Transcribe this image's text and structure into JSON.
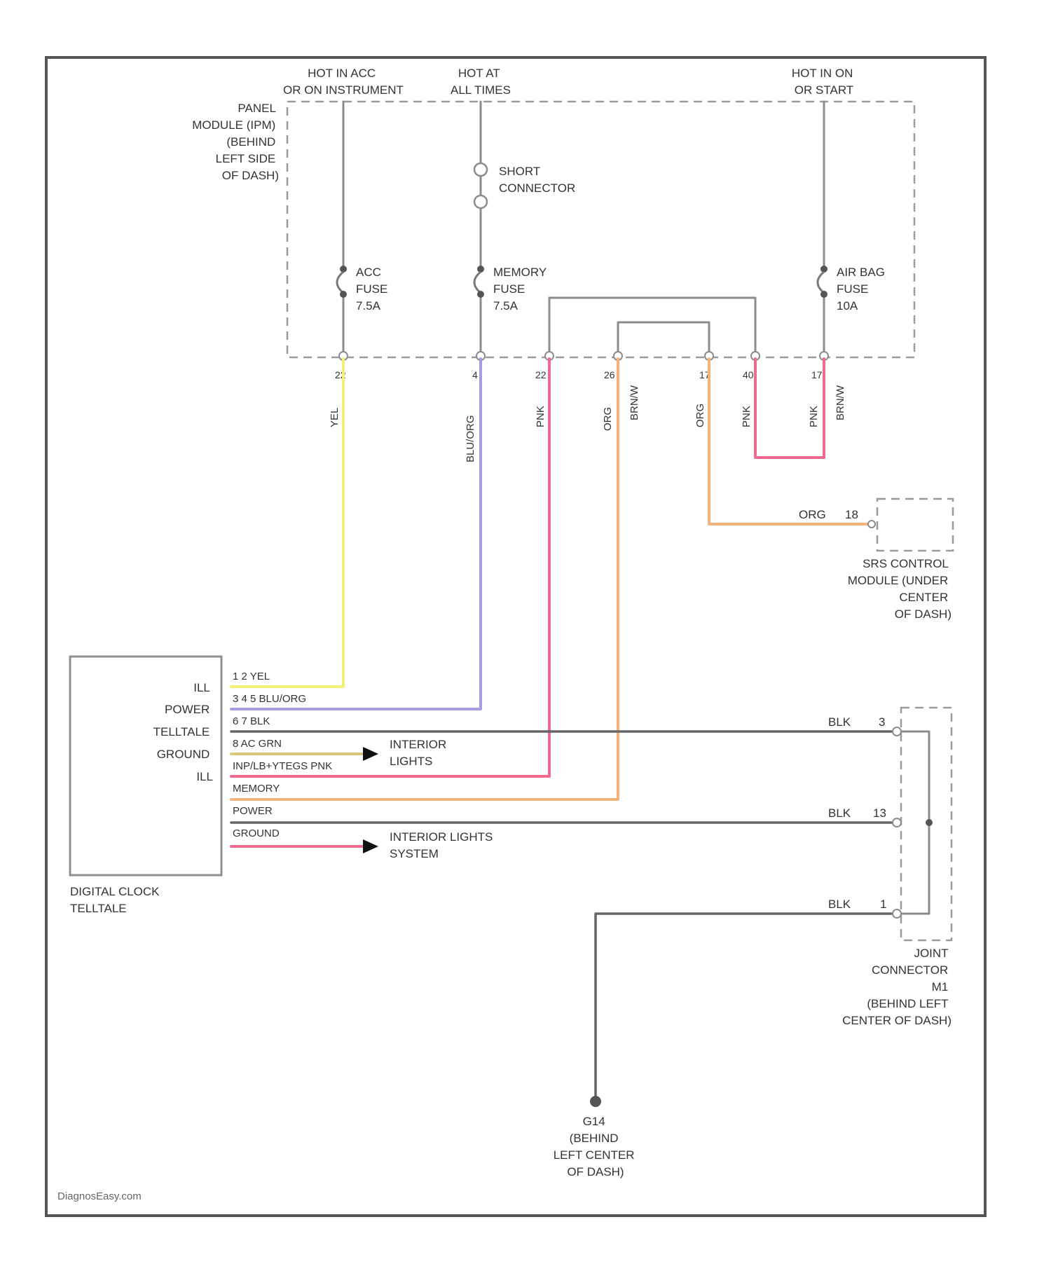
{
  "sources": {
    "hot_acc": [
      "HOT IN ACC",
      "OR ON INSTRUMENT"
    ],
    "hot_all": [
      "HOT AT",
      "ALL TIMES"
    ],
    "hot_on": [
      "HOT IN ON",
      "OR START"
    ]
  },
  "ipdm_label": [
    "PANEL",
    "MODULE (IPM)",
    "(BEHIND",
    "LEFT SIDE",
    "OF DASH)"
  ],
  "short_connector": [
    "SHORT",
    "CONNECTOR"
  ],
  "fuses": {
    "acc": [
      "ACC",
      "FUSE",
      "7.5A"
    ],
    "memory": [
      "MEMORY",
      "FUSE",
      "7.5A"
    ],
    "airbag": [
      "AIR BAG",
      "FUSE",
      "10A"
    ]
  },
  "module_pins": [
    "22",
    "4",
    "22",
    "26",
    "17",
    "40",
    "17"
  ],
  "wire_colors_vertical": [
    "YEL",
    "BLU/ORG",
    "PNK",
    "ORG",
    "BRN/W",
    "ORG",
    "PNK",
    "PNK",
    "BRN/W"
  ],
  "srs": {
    "wire": "ORG",
    "pin": "18",
    "label": [
      "SRS CONTROL",
      "MODULE (UNDER",
      "CENTER",
      "OF DASH)"
    ]
  },
  "clock": {
    "pin_labels": [
      "ILL",
      "POWER",
      "TELLTALE",
      "GROUND",
      "ILL"
    ],
    "wires": [
      "1 2  YEL",
      "3 4 5  BLU/ORG",
      "6 7  BLK",
      "8 AC  GRN",
      "INP/LB+YTEGS PNK",
      "MEMORY",
      "POWER",
      "GROUND"
    ],
    "label": [
      "DIGITAL CLOCK",
      "TELLTALE"
    ]
  },
  "interior_lights": [
    "INTERIOR",
    "LIGHTS"
  ],
  "interior_lights_system": [
    "INTERIOR LIGHTS",
    "SYSTEM"
  ],
  "joint": {
    "wires": [
      {
        "color": "BLK",
        "pin": "3"
      },
      {
        "color": "BLK",
        "pin": "13"
      },
      {
        "color": "BLK",
        "pin": "1"
      }
    ],
    "label": [
      "JOINT",
      "CONNECTOR",
      "M1",
      "(BEHIND LEFT",
      "CENTER OF DASH)"
    ]
  },
  "ground": [
    "G14",
    "(BEHIND",
    "LEFT CENTER",
    "OF DASH)"
  ],
  "watermark": "DiagnosEasy.com"
}
